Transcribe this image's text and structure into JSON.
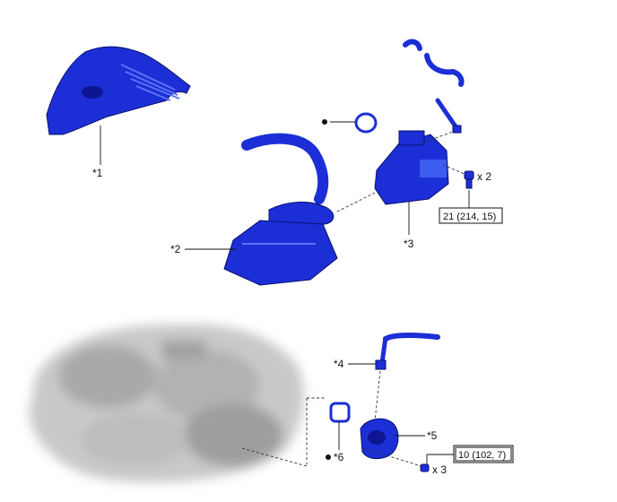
{
  "labels": {
    "p1": "*1",
    "p2": "*2",
    "p3": "*3",
    "p4": "*4",
    "p5": "*5",
    "p6": "*6"
  },
  "quantities": {
    "upper_bolts": "x 2",
    "lower_bolts": "x 3"
  },
  "torque": {
    "upper": "21 (214, 15)",
    "lower": "10 (102, 7)"
  },
  "colors": {
    "part_blue": "#1c2fd6",
    "engine_gray": "#b8b8b8"
  }
}
